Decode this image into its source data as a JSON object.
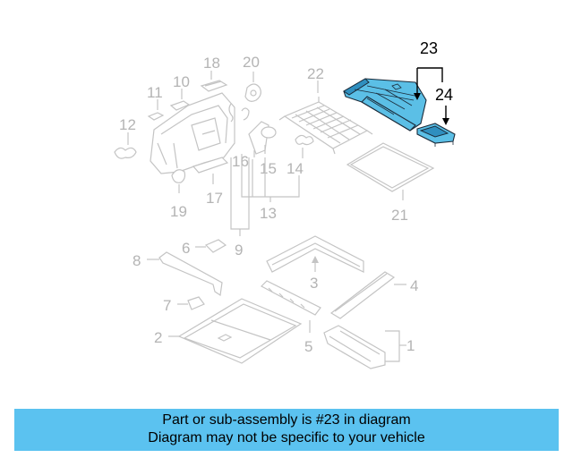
{
  "callouts": {
    "n1": "1",
    "n2": "2",
    "n3": "3",
    "n4": "4",
    "n5": "5",
    "n6": "6",
    "n7": "7",
    "n8": "8",
    "n9": "9",
    "n10": "10",
    "n11": "11",
    "n12": "12",
    "n13": "13",
    "n14": "14",
    "n15": "15",
    "n16": "16",
    "n17": "17",
    "n18": "18",
    "n19": "19",
    "n20": "20",
    "n21": "21",
    "n22": "22",
    "n23": "23",
    "n24": "24"
  },
  "banner": {
    "line1": "Part or sub-assembly is #23 in diagram",
    "line2": "Diagram may not be specific to your vehicle"
  },
  "colors": {
    "highlight": "#5bc2f0",
    "faded_part": "#c4c4c4"
  }
}
